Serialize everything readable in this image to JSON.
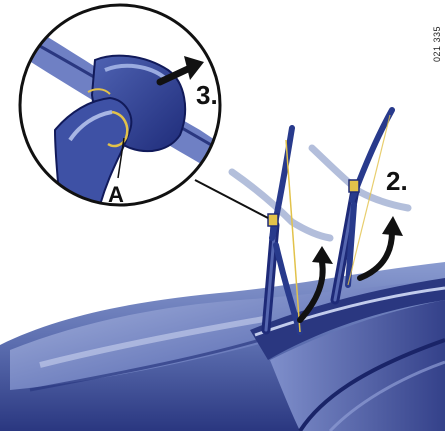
{
  "labels": {
    "step_3": "3.",
    "step_2": "2.",
    "detail_point": "A",
    "figure_id": "021 335"
  },
  "colors": {
    "car_body": "#5a6cae",
    "car_dark": "#1e2a78",
    "wiper_arm": "#283a8c",
    "blade_highlight": "#e2c24a",
    "arrow": "#111111",
    "ghost_arm": "#9aa9cf"
  },
  "icons": {
    "step_3_arrow": "arrow-right-up-icon",
    "step_2_arrows": "curved-arrow-up-icon"
  }
}
